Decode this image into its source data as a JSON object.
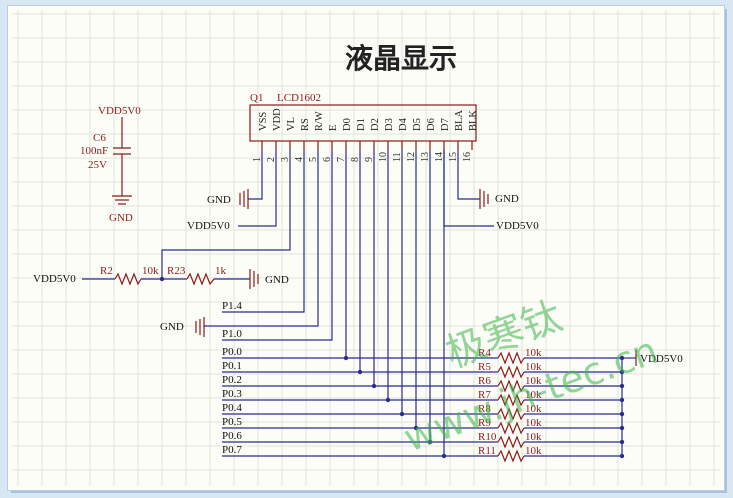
{
  "title": "液晶显示",
  "watermark": {
    "cn": "极寒钛",
    "url": "www.jh-tec.cn"
  },
  "lcd": {
    "ref": "Q1",
    "part": "LCD1602",
    "pins": [
      {
        "num": "1",
        "name": "VSS"
      },
      {
        "num": "2",
        "name": "VDD"
      },
      {
        "num": "3",
        "name": "VL"
      },
      {
        "num": "4",
        "name": "RS"
      },
      {
        "num": "5",
        "name": "R/W"
      },
      {
        "num": "6",
        "name": "E"
      },
      {
        "num": "7",
        "name": "D0"
      },
      {
        "num": "8",
        "name": "D1"
      },
      {
        "num": "9",
        "name": "D2"
      },
      {
        "num": "10",
        "name": "D3"
      },
      {
        "num": "11",
        "name": "D4"
      },
      {
        "num": "12",
        "name": "D5"
      },
      {
        "num": "13",
        "name": "D6"
      },
      {
        "num": "14",
        "name": "D7"
      },
      {
        "num": "15",
        "name": "BLA"
      },
      {
        "num": "16",
        "name": "BLK"
      }
    ]
  },
  "cap": {
    "supply": "VDD5V0",
    "ref": "C6",
    "value": "100nF",
    "voltage": "25V",
    "gnd": "GND"
  },
  "power": {
    "gnd": "GND",
    "vdd": "VDD5V0"
  },
  "contrast": {
    "vdd": "VDD5V0",
    "r2_ref": "R2",
    "r2_val": "10k",
    "r23_ref": "R23",
    "r23_val": "1k",
    "gnd": "GND"
  },
  "control": {
    "rs_net": "P1.4",
    "e_net": "P1.0",
    "rw_gnd": "GND"
  },
  "data_bus": {
    "nets": [
      "P0.0",
      "P0.1",
      "P0.2",
      "P0.3",
      "P0.4",
      "P0.5",
      "P0.6",
      "P0.7"
    ],
    "resistors": [
      {
        "ref": "R4",
        "val": "10k"
      },
      {
        "ref": "R5",
        "val": "10k"
      },
      {
        "ref": "R6",
        "val": "10k"
      },
      {
        "ref": "R7",
        "val": "10k"
      },
      {
        "ref": "R8",
        "val": "10k"
      },
      {
        "ref": "R9",
        "val": "10k"
      },
      {
        "ref": "R10",
        "val": "10k"
      },
      {
        "ref": "R11",
        "val": "10k"
      }
    ],
    "pullup": "VDD5V0"
  },
  "colors": {
    "wire": "#2b2b8f",
    "component": "#8b1a1a",
    "watermark": "#3db64a",
    "background": "#d7e8f4"
  }
}
